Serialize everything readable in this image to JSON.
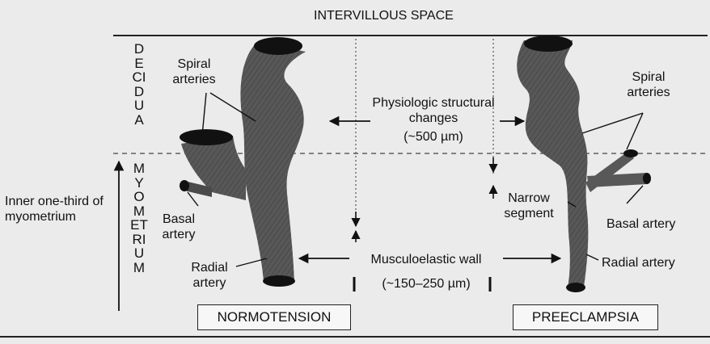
{
  "figure": {
    "top_label": "INTERVILLOUS SPACE",
    "decidua_label": "DECIDUA",
    "myometrium_label": "MYOMETRIUM",
    "inner_third_label": "Inner one-third of myometrium",
    "normal": {
      "spiral_label": "Spiral arteries",
      "basal_label": "Basal artery",
      "radial_label": "Radial artery",
      "box_label": "NORMOTENSION"
    },
    "center": {
      "physiologic_label": "Physiologic structural changes",
      "physiologic_size": "(~500 µm)",
      "wall_label": "Musculoelastic wall",
      "wall_size": "(~150–250 µm)"
    },
    "preeclampsia": {
      "spiral_label": "Spiral arteries",
      "narrow_label": "Narrow segment",
      "basal_label": "Basal artery",
      "radial_label": "Radial artery",
      "box_label": "PREECLAMPSIA"
    }
  },
  "colors": {
    "background": "#ebebeb",
    "vessel": "#555555",
    "vessel_opening": "#111111",
    "line": "#222222"
  }
}
